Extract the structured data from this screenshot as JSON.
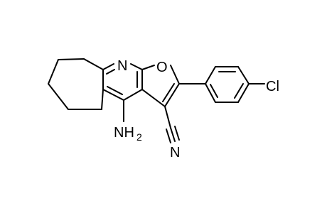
{
  "molecule": {
    "atoms": {
      "pyridine_n": "N",
      "furan_o": "O",
      "chlorine": "Cl",
      "amino": "NH",
      "amino_subscript": "2",
      "nitrile_n": "N"
    },
    "colors": {
      "bond": "#000000",
      "label": "#000000",
      "background": "#ffffff"
    }
  }
}
